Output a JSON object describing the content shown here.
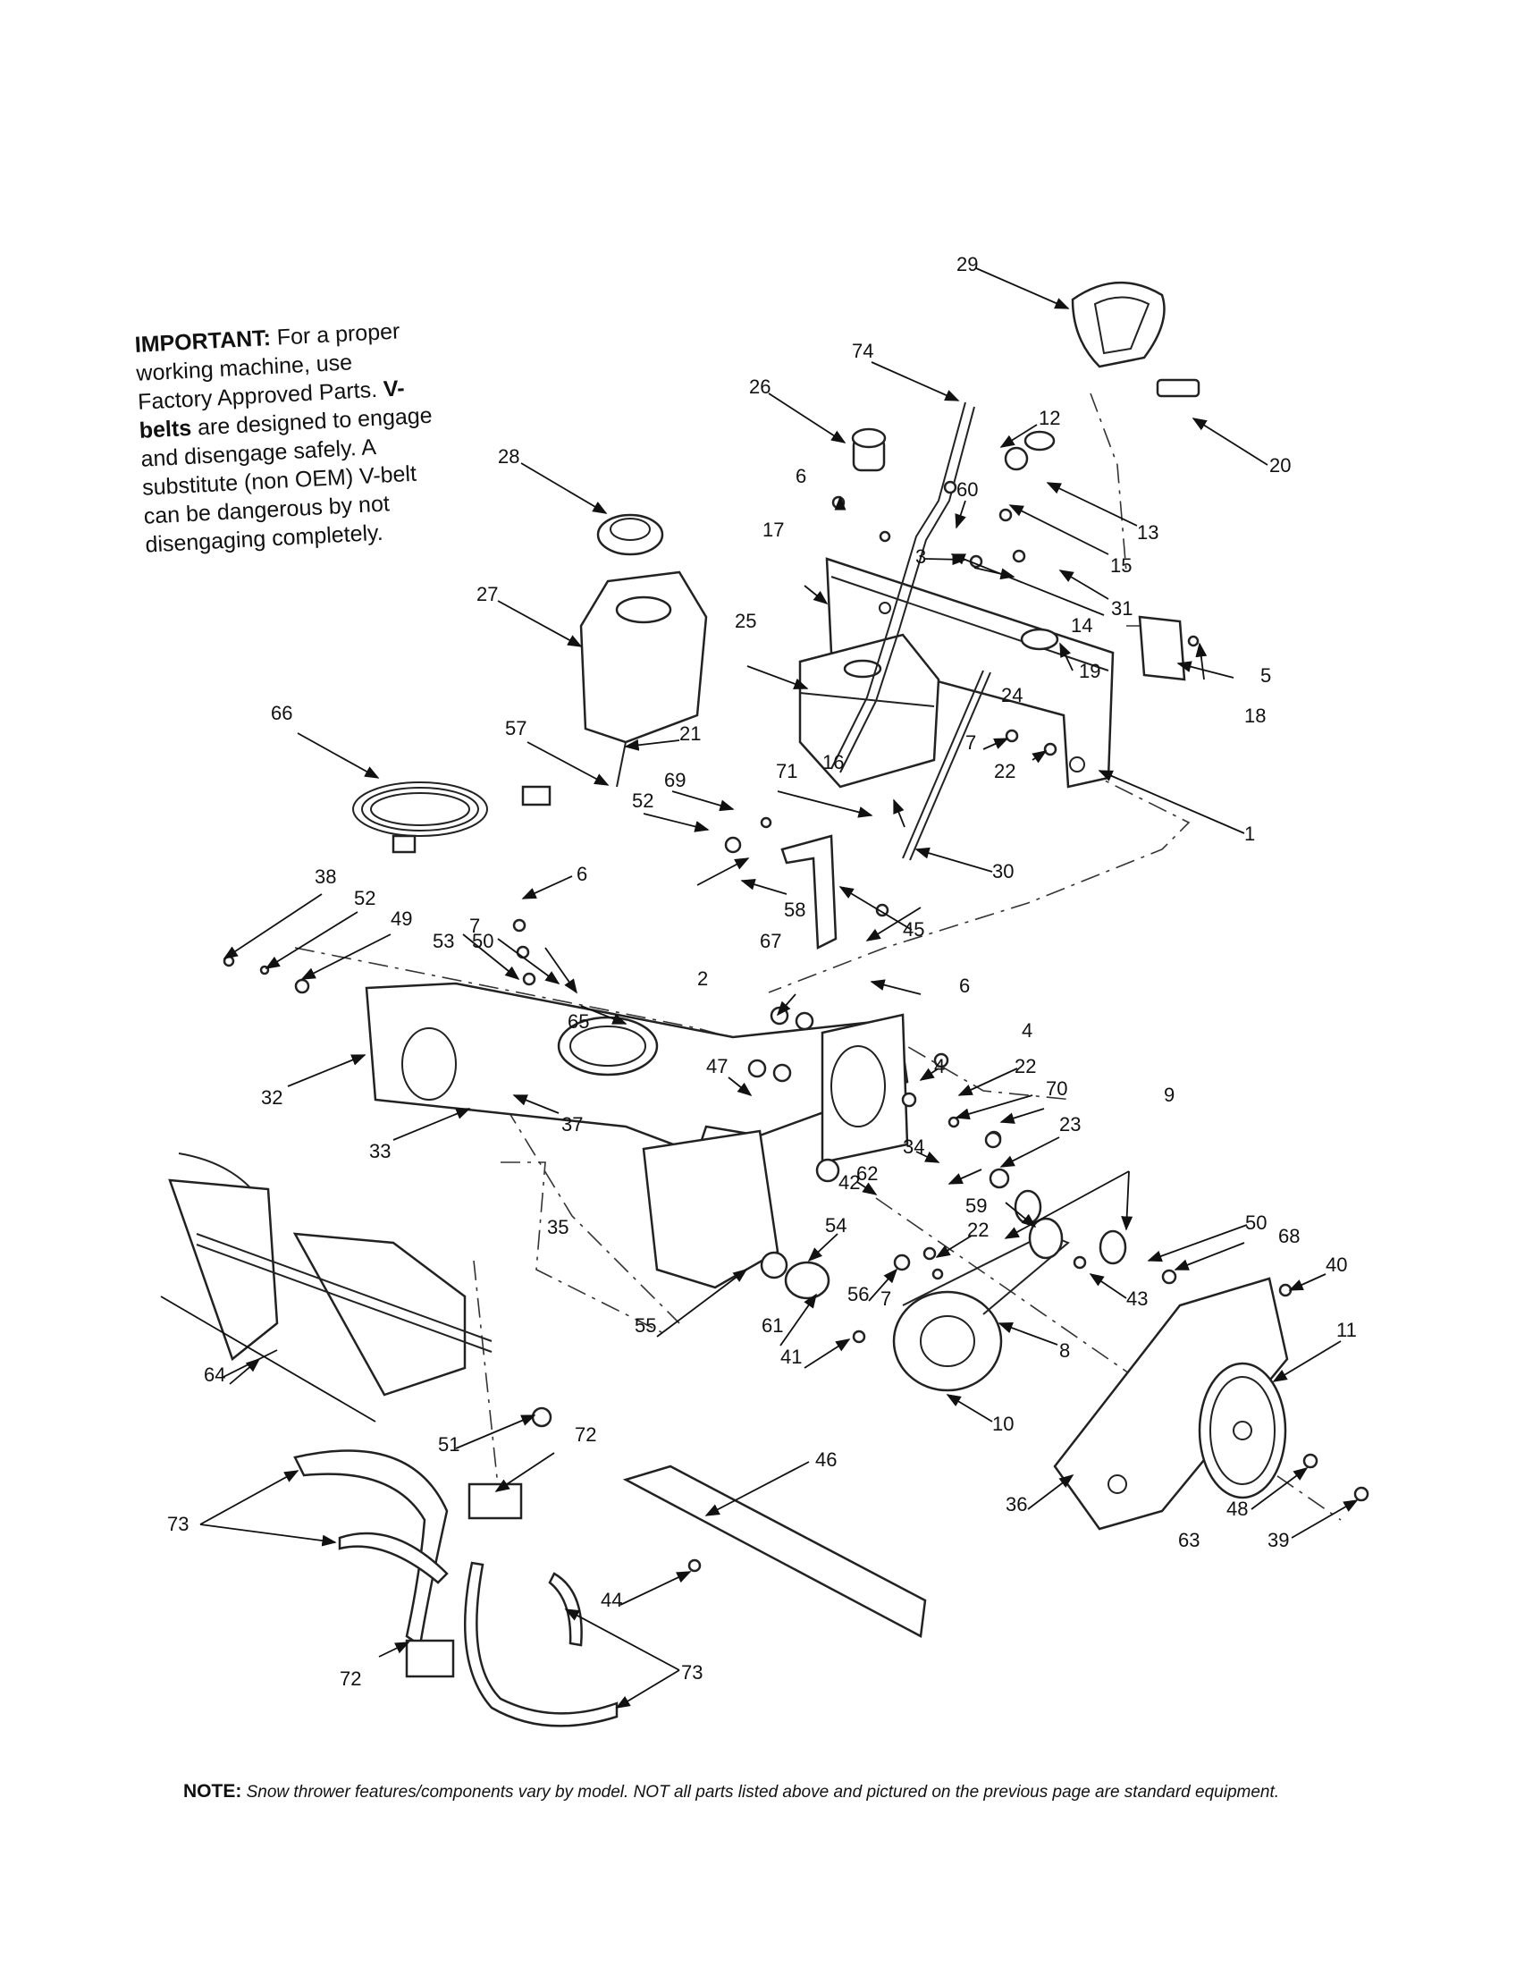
{
  "important": {
    "heading": "IMPORTANT:",
    "text1": " For a proper working machine, use Factory Approved Parts.",
    "vbelts": "V-belts",
    "text2": " are designed to engage and disengage safely. A substitute (non OEM) V-belt can be dangerous by not disengaging completely."
  },
  "note": {
    "heading": "NOTE:",
    "text": " Snow thrower features/components vary by model. NOT all parts listed above and pictured on the previous page are standard equipment."
  },
  "callouts": {
    "c1": "1",
    "c2": "2",
    "c3": "3",
    "c4a": "4",
    "c4b": "4",
    "c5": "5",
    "c6a": "6",
    "c6b": "6",
    "c6c": "6",
    "c7a": "7",
    "c7b": "7",
    "c7c": "7",
    "c8": "8",
    "c9": "9",
    "c10": "10",
    "c11": "11",
    "c12": "12",
    "c13": "13",
    "c14": "14",
    "c15": "15",
    "c16": "16",
    "c17": "17",
    "c18": "18",
    "c19": "19",
    "c20": "20",
    "c21": "21",
    "c22a": "22",
    "c22b": "22",
    "c22c": "22",
    "c23": "23",
    "c24": "24",
    "c25": "25",
    "c26": "26",
    "c27": "27",
    "c28": "28",
    "c29": "29",
    "c30": "30",
    "c31": "31",
    "c32": "32",
    "c33": "33",
    "c34": "34",
    "c35": "35",
    "c36": "36",
    "c37": "37",
    "c38": "38",
    "c39": "39",
    "c40": "40",
    "c41": "41",
    "c42": "42",
    "c43": "43",
    "c44": "44",
    "c45": "45",
    "c46": "46",
    "c47": "47",
    "c48": "48",
    "c49": "49",
    "c50a": "50",
    "c50b": "50",
    "c51": "51",
    "c52a": "52",
    "c52b": "52",
    "c53": "53",
    "c54": "54",
    "c55": "55",
    "c56": "56",
    "c57": "57",
    "c58": "58",
    "c59": "59",
    "c60": "60",
    "c61": "61",
    "c62": "62",
    "c63": "63",
    "c64": "64",
    "c65": "65",
    "c66": "66",
    "c67": "67",
    "c68": "68",
    "c69": "69",
    "c70": "70",
    "c71": "71",
    "c72a": "72",
    "c72b": "72",
    "c73a": "73",
    "c73b": "73",
    "c74": "74"
  }
}
